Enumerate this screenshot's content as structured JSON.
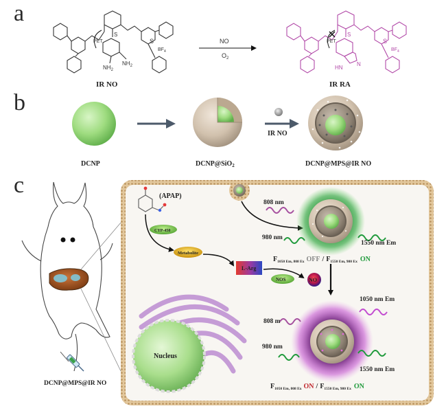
{
  "panel_a": {
    "letter": "a",
    "reactant_label": "IR NO",
    "product_label": "IR RA",
    "arrow_top": "NO",
    "arrow_bottom": "O",
    "arrow_bottom_sub": "2",
    "pet": "PET",
    "sulfur": "S",
    "sulfonium": "S",
    "counterion": "BF",
    "counterion_sub": "4",
    "amine": "NH",
    "amine_sub": "2",
    "triazole_nh": "HN",
    "triazole_n": "N"
  },
  "panel_b": {
    "letter": "b",
    "label_1": "DCNP",
    "label_2": "DCNP@SiO",
    "label_2_sub": "2",
    "label_3": "DCNP@MPS@IR NO",
    "arrow_label": "IR NO"
  },
  "panel_c": {
    "letter": "c",
    "mouse_label": "DCNP@MPS@IR NO",
    "apap": "(APAP)",
    "cyp": "CYP-450",
    "metabolite": "Metabolite",
    "larg": "L-Arg",
    "nos": "NOS",
    "no": "NO",
    "nucleus": "Nucleus",
    "ex808_top": "808 nm",
    "ex980_top": "980 nm",
    "em1550_top": "1550 nm Em",
    "ratio_top": {
      "f1": "F",
      "f1_sub": "1050 Em, 808 Ex",
      "state1": "OFF",
      "slash": "/",
      "f2": "F",
      "f2_sub": "1550 Em, 980 Ex",
      "state2": "ON"
    },
    "em1050_bottom": "1050 nm Em",
    "ex808_bottom": "808 m",
    "ex980_bottom": "980 nm",
    "em1550_bottom": "1550 nm Em",
    "ratio_bottom": {
      "f1": "F",
      "f1_sub": "1050 Em, 808 Ex",
      "state1": "ON",
      "slash": "/",
      "f2": "F",
      "f2_sub": "1550 Em, 980 Ex",
      "state2": "ON"
    }
  },
  "colors": {
    "red_text": "#c0272d",
    "green_text": "#1f9a3b",
    "magenta": "#b24aa8",
    "cell_border": "#c8a06a",
    "sphere_green": "#a6e08a",
    "shell": "#d2c3b0"
  }
}
